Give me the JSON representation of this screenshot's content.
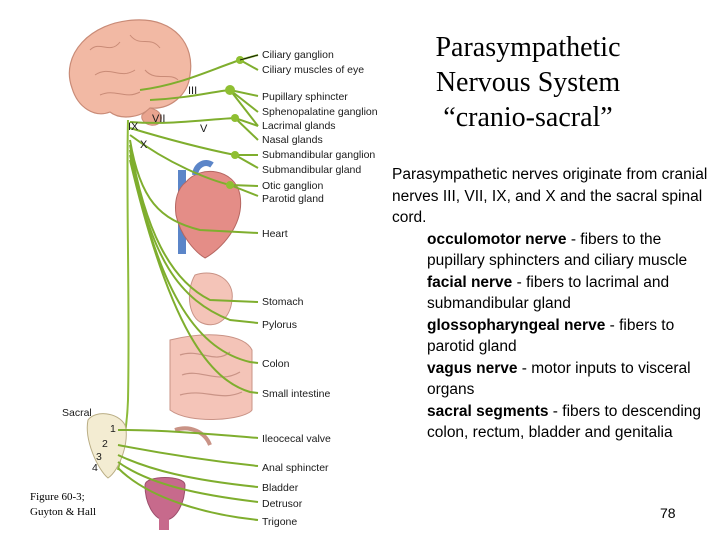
{
  "title": [
    "Parasympathetic",
    "Nervous System",
    "“cranio-sacral”"
  ],
  "intro": "Parasympathetic nerves originate from cranial nerves III, VII, IX, and X and the sacral spinal cord.",
  "items": [
    {
      "term": "occulomotor nerve",
      "desc": " - fibers to the pupillary sphincters and ciliary muscle"
    },
    {
      "term": "facial nerve",
      "desc": " - fibers to lacrimal and submandibular gland"
    },
    {
      "term": "glossopharyngeal nerve",
      "desc": " - fibers to parotid gland"
    },
    {
      "term": "vagus nerve",
      "desc": " - motor inputs to visceral organs"
    },
    {
      "term": "sacral segments",
      "desc": " - fibers to descending colon, rectum, bladder and genitalia"
    }
  ],
  "caption": [
    "Figure 60-3;",
    "Guyton & Hall"
  ],
  "page_number": "78",
  "figure": {
    "cranial_numerals": [
      "III",
      "VII",
      "V",
      "IX",
      "X"
    ],
    "sacral_label": "Sacral",
    "sacral_numbers": [
      "1",
      "2",
      "3",
      "4"
    ],
    "labels": [
      "Ciliary ganglion",
      "Ciliary muscles of eye",
      "Pupillary sphincter",
      "Sphenopalatine ganglion",
      "Lacrimal glands",
      "Nasal glands",
      "Submandibular ganglion",
      "Submandibular gland",
      "Otic ganglion",
      "Parotid gland",
      "Heart",
      "Stomach",
      "Pylorus",
      "Colon",
      "Small intestine",
      "Ileocecal valve",
      "Anal sphincter",
      "Bladder",
      "Detrusor",
      "Trigone"
    ],
    "colors": {
      "nerve": "#7fae2e",
      "ganglion": "#8fbf32",
      "brain": "#f2b9a4",
      "heart": "#e48d87",
      "gut": "#f4c4b8",
      "vessel": "#5b85c8"
    }
  }
}
